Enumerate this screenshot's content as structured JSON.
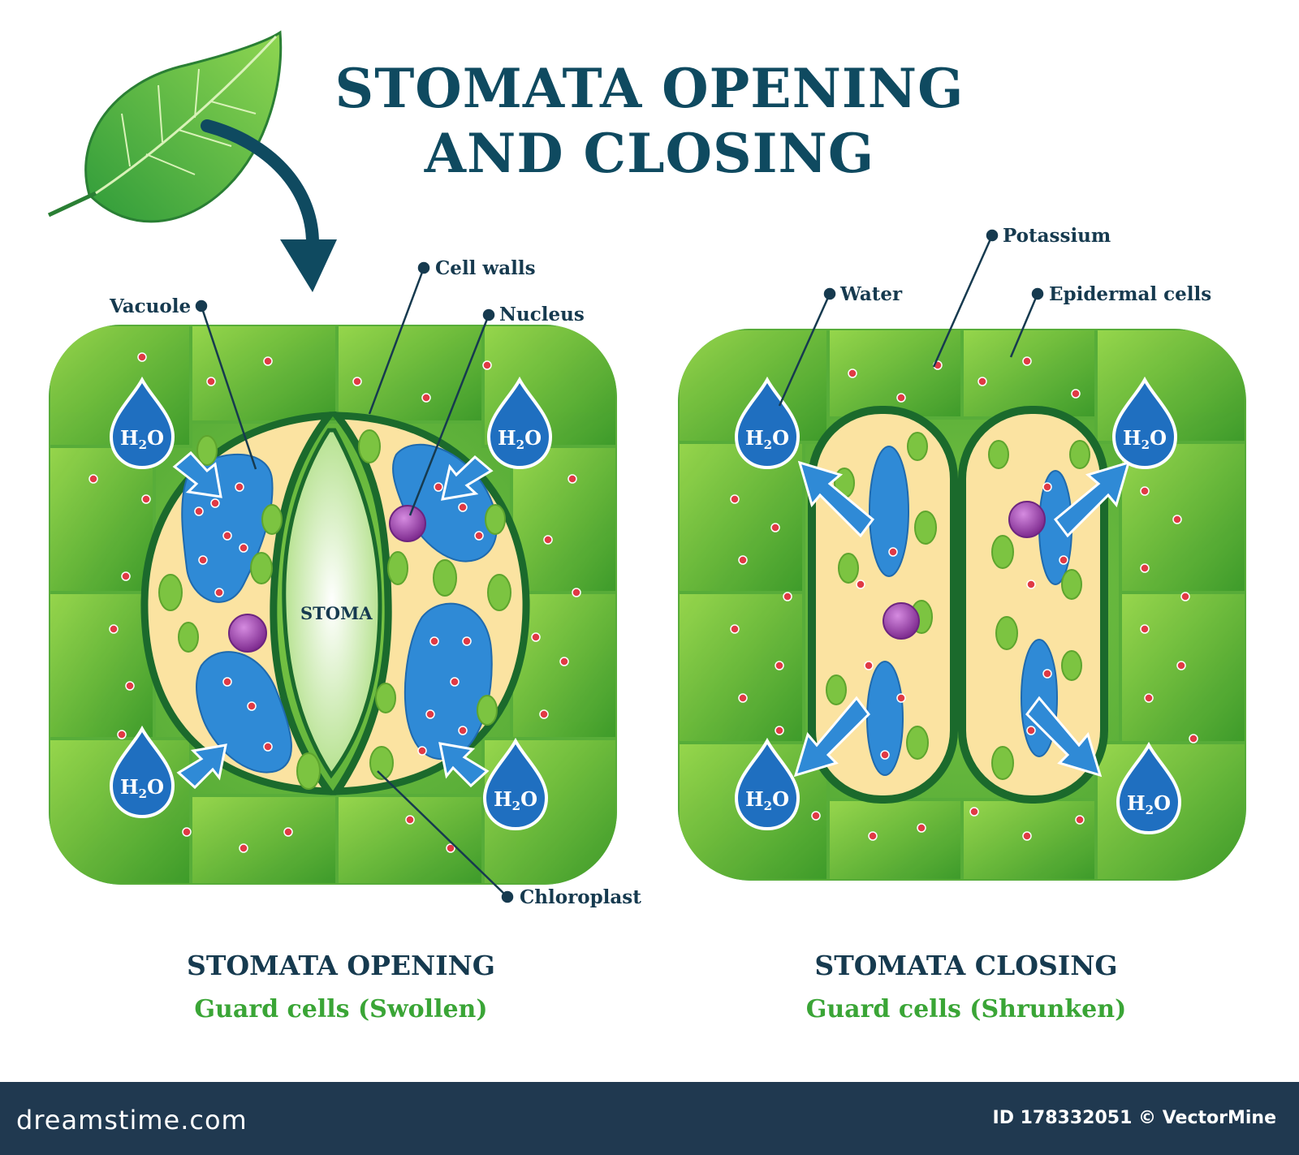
{
  "title_line1": "STOMATA OPENING",
  "title_line2": "AND CLOSING",
  "labels": {
    "vacuole": "Vacuole",
    "cell_walls": "Cell walls",
    "nucleus": "Nucleus",
    "stoma": "STOMA",
    "chloroplast": "Chloroplast",
    "water": "Water",
    "potassium": "Potassium",
    "epidermal_cells": "Epidermal cells"
  },
  "h2o_main": "H",
  "h2o_sub": "2",
  "h2o_tail": "O",
  "opening": {
    "caption": "STOMATA OPENING",
    "subcaption": "Guard cells (Swollen)"
  },
  "closing": {
    "caption": "STOMATA CLOSING",
    "subcaption": "Guard cells (Shrunken)"
  },
  "footer": {
    "brand": "dreamstime.com",
    "credit": "ID 178332051 © VectorMine"
  },
  "colors": {
    "title": "#0f4a60",
    "subcaption": "#3aa536",
    "tissue_light": "#8fd048",
    "tissue_dark": "#3f9b2c",
    "cell_border": "#1b6a2c",
    "guard_cell": "#fbe3a1",
    "vacuole": "#2f8ad6",
    "potassium": "#e03a45",
    "chloroplast": "#7cc441",
    "nucleus": "#9b3aa6",
    "water_drop": "#1f6fc0",
    "footer": "#203950"
  }
}
